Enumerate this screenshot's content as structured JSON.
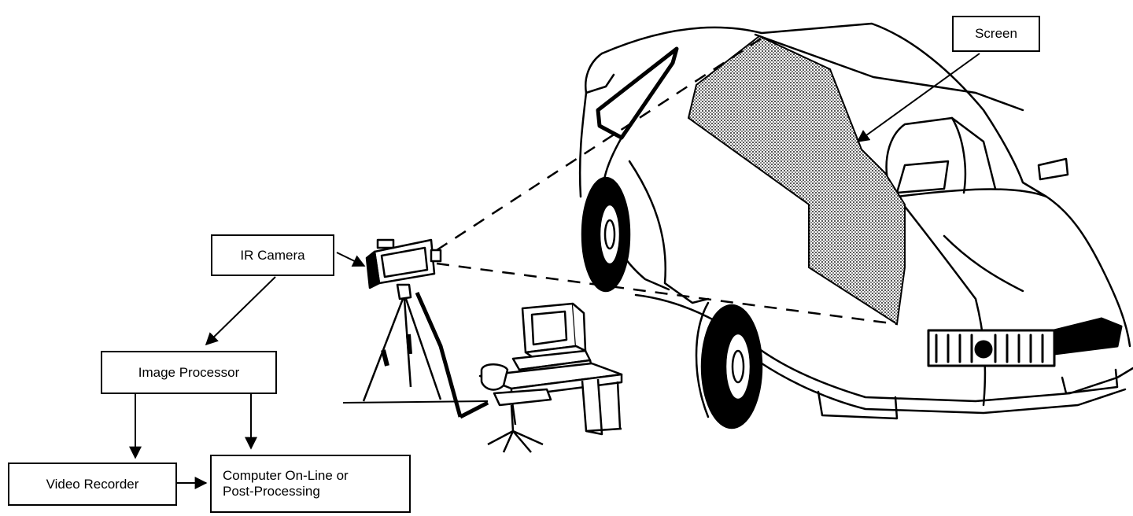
{
  "labels": {
    "screen": "Screen",
    "ir_camera": "IR Camera",
    "image_processor": "Image Processor",
    "video_recorder": "Video Recorder",
    "computer_line1": "Computer On-Line or",
    "computer_line2": "Post-Processing"
  },
  "colors": {
    "ink": "#000000",
    "paper": "#ffffff",
    "screen_fill": "#9a9a9a"
  }
}
